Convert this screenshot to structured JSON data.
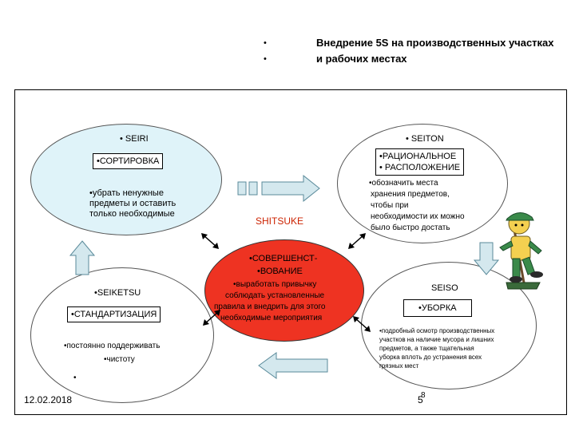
{
  "title": {
    "bullet": "•",
    "line1": "Внедрение 5S на производственных участках",
    "line2": "и рабочих местах"
  },
  "seiri": {
    "name": "• SEIRI",
    "heading": "•СОРТИРОВКА",
    "desc_line1": "•убрать ненужные",
    "desc_line2": "предметы и оставить",
    "desc_line3": "только необходимые"
  },
  "seiton": {
    "name": "• SEITON",
    "heading_line1": "•РАЦИОНАЛЬНОЕ",
    "heading_line2": "• РАСПОЛОЖЕНИЕ",
    "desc_line1": "•обозначить места",
    "desc_line2": "хранения предметов,",
    "desc_line3": "чтобы при",
    "desc_line4": "необходимости их можно",
    "desc_line5": "было быстро достать"
  },
  "shitsuke": {
    "name": "SHITSUKE",
    "heading_line1": "•СОВЕРШЕНСТ-",
    "heading_line2": "•ВОВАНИЕ",
    "desc_line1": "•выработать привычку",
    "desc_line2": "соблюдать установленные",
    "desc_line3": "правила и внедрить для этого",
    "desc_line4": "необходимые мероприятия"
  },
  "seiketsu": {
    "name": "•SEIKETSU",
    "heading": "•СТАНДАРТИЗАЦИЯ",
    "desc_line1": "•постоянно поддерживать",
    "desc_line2": "•чистоту",
    "extra_bullet": "•"
  },
  "seiso": {
    "name": "SEISO",
    "heading": "•УБОРКА",
    "desc_line1": "•подробный осмотр производственных",
    "desc_line2": "участков на наличие мусора и лишних",
    "desc_line3": "предметов, а также тщательная",
    "desc_line4": "уборка вплоть до устранения всех",
    "desc_line5": "грязных мест"
  },
  "footer": {
    "date": "12.02.2018",
    "page": "5",
    "page_overlay": "8"
  },
  "colors": {
    "seiri_fill": "#dff3f9",
    "shitsuke_fill": "#ee3322",
    "arrow_fill": "#d4e8ee",
    "arrow_stroke": "#5a8a9a"
  }
}
